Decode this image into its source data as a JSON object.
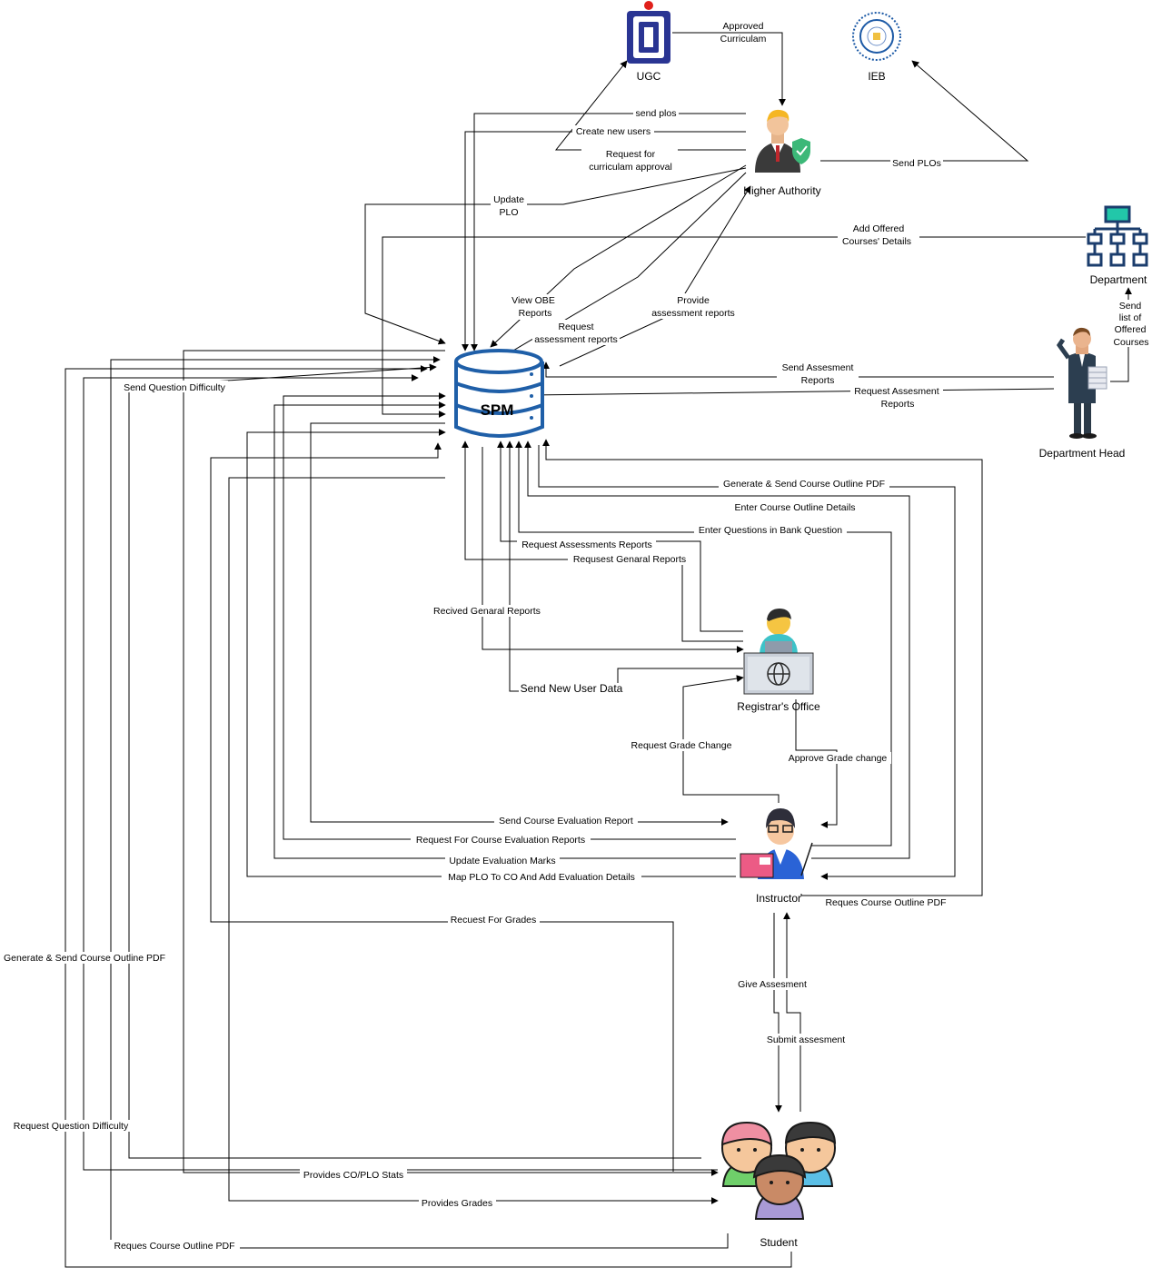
{
  "nodes": {
    "ugc": "UGC",
    "ieb": "IEB",
    "higher_authority": "Higher Authority",
    "department": "Department",
    "department_head": "Department Head",
    "spm": "SPM",
    "registrar": "Registrar's Office",
    "instructor": "Instructor",
    "student": "Student"
  },
  "edges": {
    "approved_curriculum": [
      "Approved",
      "Curriculam"
    ],
    "send_plos_lower": "send plos",
    "create_new_users": "Create new users",
    "request_curriculum_approval": [
      "Request for",
      "curriculam approval"
    ],
    "send_plos_upper": "Send PLOs",
    "update_plo": [
      "Update",
      "PLO"
    ],
    "add_offered_courses": [
      "Add Offered",
      "Courses' Details"
    ],
    "send_list_offered": [
      "Send",
      "list of",
      "Offered",
      "Courses"
    ],
    "view_obe_reports": [
      "View OBE",
      "Reports"
    ],
    "request_assessment_reports_ha": [
      "Request",
      "assessment reports"
    ],
    "provide_assessment_reports": [
      "Provide",
      "assessment reports"
    ],
    "send_assessment_reports": [
      "Send Assesment",
      "Reports"
    ],
    "request_assessment_reports_dh": [
      "Request Assesment",
      "Reports"
    ],
    "send_question_difficulty": "Send Question Difficulty",
    "generate_send_outline_instr": "Generate & Send Course Outline PDF",
    "enter_course_outline": "Enter Course Outline Details",
    "enter_questions_bank": "Enter Questions in Bank Question",
    "request_assessments_reports_reg": "Request Assessments Reports",
    "request_general_reports": "Requsest  Genaral Reports",
    "received_general_reports": "Recived Genaral Reports",
    "send_new_user_data": "Send New User Data",
    "request_grade_change": "Request Grade Change",
    "approve_grade_change": "Approve Grade change",
    "send_course_eval_report": "Send Course Evaluation Report",
    "request_course_eval_reports": "Request For Course Evaluation Reports",
    "update_eval_marks": "Update Evaluation Marks",
    "map_plo_to_co": "Map PLO To CO And Add Evaluation Details",
    "request_course_outline_instr": "Reques Course Outline PDF",
    "request_for_grades": "Recuest For Grades",
    "generate_send_outline_student": "Generate & Send Course Outline PDF",
    "give_assessment": "Give Assesment",
    "submit_assessment": "Submit assesment",
    "request_question_difficulty": "Request Question Difficulty",
    "provides_co_plo_stats": "Provides CO/PLO Stats",
    "provides_grades": "Provides Grades",
    "request_course_outline_student": "Reques Course Outline PDF"
  },
  "colors": {
    "edge": "#000000",
    "spm_blue": "#1f5fa8",
    "ugc_blue": "#2a3593",
    "ugc_red": "#e0201b",
    "ieb_blue": "#1d5aa6",
    "department_blue": "#1b3d6d",
    "department_teal": "#22c7a9",
    "shield_green": "#3cb878",
    "registrar_teal": "#3dc2c8"
  },
  "icons": {
    "ugc": "ugc-logo",
    "ieb": "ieb-seal-logo",
    "higher_authority": "businessman-shield-icon",
    "department": "org-chart-icon",
    "department_head": "man-holding-papers-icon",
    "spm": "database-cylinder-icon",
    "registrar": "person-at-computer-globe-icon",
    "instructor": "teacher-icon",
    "student": "student-group-icon"
  }
}
